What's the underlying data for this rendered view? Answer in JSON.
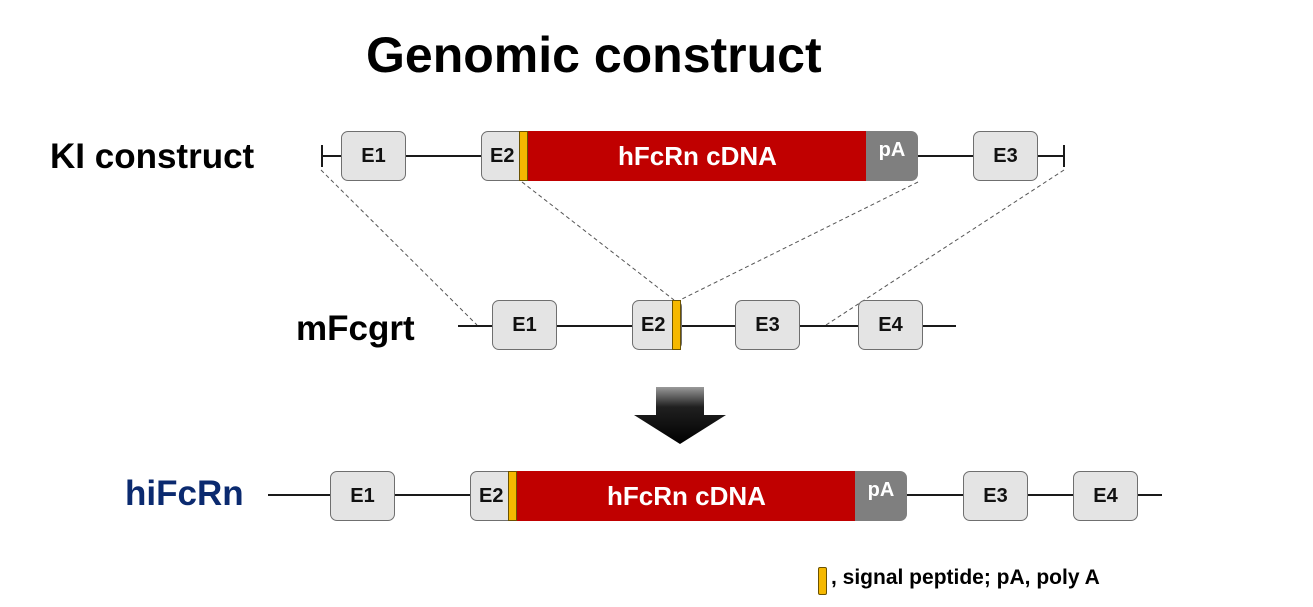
{
  "title": "Genomic construct",
  "rows": {
    "ki": {
      "label": "KI construct",
      "exons": [
        "E1",
        "E2",
        "E3"
      ],
      "cdna": "hFcRn cDNA",
      "pa": "pA"
    },
    "mfcgrt": {
      "label": "mFcgrt",
      "exons": [
        "E1",
        "E2",
        "E3",
        "E4"
      ]
    },
    "hifcrn": {
      "label": "hiFcRn",
      "exons": [
        "E1",
        "E2",
        "E3",
        "E4"
      ],
      "cdna": "hFcRn cDNA",
      "pa": "pA"
    }
  },
  "legend": {
    "text": ", signal peptide; pA, poly A"
  },
  "colors": {
    "exon_fill": "#e4e4e4",
    "cdna_fill": "#c00000",
    "pa_fill": "#7f7f7f",
    "signal_peptide": "#f5b800",
    "hifcrn_label": "#0b2a6f",
    "arrow": "#000000"
  }
}
